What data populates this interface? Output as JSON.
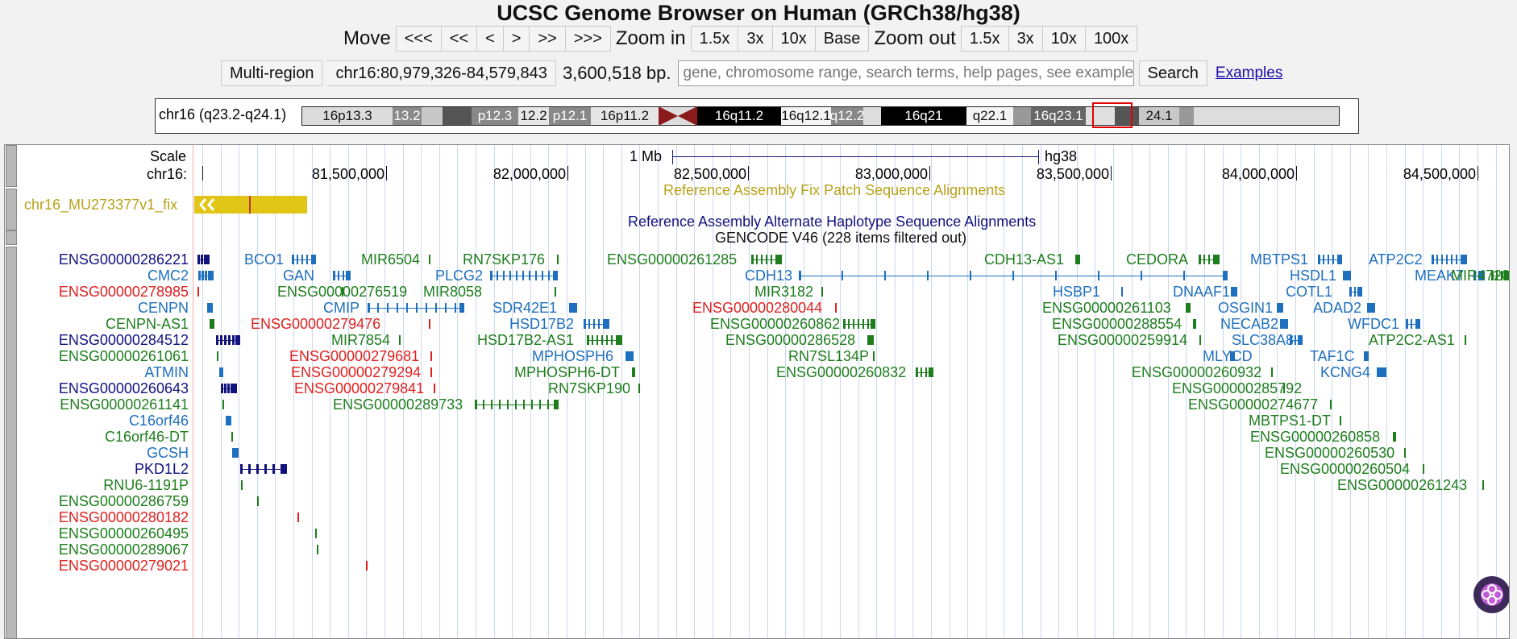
{
  "title": "UCSC Genome Browser on Human (GRCh38/hg38)",
  "nav": {
    "move_label": "Move",
    "move_buttons": [
      "<<<",
      "<<",
      "<",
      ">",
      ">>",
      ">>>"
    ],
    "zoom_in_label": "Zoom in",
    "zoom_in_buttons": [
      "1.5x",
      "3x",
      "10x",
      "Base"
    ],
    "zoom_out_label": "Zoom out",
    "zoom_out_buttons": [
      "1.5x",
      "3x",
      "10x",
      "100x"
    ]
  },
  "position_row": {
    "multi_region_label": "Multi-region",
    "position": "chr16:80,979,326-84,579,843",
    "span": "3,600,518 bp.",
    "search_placeholder": "gene, chromosome range, search terms, help pages, see examples",
    "search_button": "Search",
    "examples_link": "Examples"
  },
  "ideogram": {
    "label": "chr16 (q23.2-q24.1)",
    "bands": [
      "16p13.3",
      "13.2",
      "p12.3",
      "12.2",
      "p12.1",
      "16p11.2",
      "16q11.2",
      "16q12.1",
      "q12.2",
      "16q21",
      "q22.1",
      "16q23.1",
      "24.1"
    ]
  },
  "scale": {
    "label": "Scale",
    "chrom_label": "chr16:",
    "bar_label": "1 Mb",
    "assembly": "hg38",
    "ticks": [
      "81,500,000",
      "82,000,000",
      "82,500,000",
      "83,000,000",
      "83,500,000",
      "84,000,000",
      "84,500,000"
    ]
  },
  "tracks": {
    "fix_patch_title": "Reference Assembly Fix Patch Sequence Alignments",
    "fix_patch_item": "chr16_MU273377v1_fix",
    "alt_haplotype_title": "Reference Assembly Alternate Haplotype Sequence Alignments",
    "gencode_title": "GENCODE V46 (228 items filtered out)"
  },
  "colors": {
    "coding": "#1f6fbf",
    "noncoding": "#1e7e1e",
    "pseudogene": "#e02020",
    "known": "#12127f",
    "fix_patch": "#b8a21a"
  },
  "genes": [
    {
      "name": "ENSG00000286221",
      "color": "#12127f"
    },
    {
      "name": "CMC2",
      "color": "#1f6fbf"
    },
    {
      "name": "ENSG00000278985",
      "color": "#e02020"
    },
    {
      "name": "CENPN",
      "color": "#1f6fbf"
    },
    {
      "name": "CENPN-AS1",
      "color": "#1e7e1e"
    },
    {
      "name": "ENSG00000284512",
      "color": "#12127f"
    },
    {
      "name": "ENSG00000261061",
      "color": "#1e7e1e"
    },
    {
      "name": "ATMIN",
      "color": "#1f6fbf"
    },
    {
      "name": "ENSG00000260643",
      "color": "#12127f"
    },
    {
      "name": "ENSG00000261141",
      "color": "#1e7e1e"
    },
    {
      "name": "C16orf46",
      "color": "#1f6fbf"
    },
    {
      "name": "C16orf46-DT",
      "color": "#1e7e1e"
    },
    {
      "name": "GCSH",
      "color": "#1f6fbf"
    },
    {
      "name": "PKD1L2",
      "color": "#12127f"
    },
    {
      "name": "RNU6-1191P",
      "color": "#1e7e1e"
    },
    {
      "name": "ENSG00000286759",
      "color": "#1e7e1e"
    },
    {
      "name": "ENSG00000280182",
      "color": "#e02020"
    },
    {
      "name": "ENSG00000260495",
      "color": "#1e7e1e"
    },
    {
      "name": "ENSG00000289067",
      "color": "#1e7e1e"
    },
    {
      "name": "ENSG00000279021",
      "color": "#e02020"
    }
  ],
  "inline_genes": [
    {
      "name": "BCO1",
      "color": "#1f6fbf"
    },
    {
      "name": "MIR6504",
      "color": "#1e7e1e"
    },
    {
      "name": "RN7SKP176",
      "color": "#1e7e1e"
    },
    {
      "name": "ENSG00000261285",
      "color": "#1e7e1e"
    },
    {
      "name": "CDH13-AS1",
      "color": "#1e7e1e"
    },
    {
      "name": "CEDORA",
      "color": "#1e7e1e"
    },
    {
      "name": "MBTPS1",
      "color": "#1f6fbf"
    },
    {
      "name": "ATP2C2",
      "color": "#1f6fbf"
    },
    {
      "name": "GAN",
      "color": "#1f6fbf"
    },
    {
      "name": "PLCG2",
      "color": "#1f6fbf"
    },
    {
      "name": "CDH13",
      "color": "#1f6fbf"
    },
    {
      "name": "HSDL1",
      "color": "#1f6fbf"
    },
    {
      "name": "MEAK7",
      "color": "#1f6fbf"
    },
    {
      "name": "MIR4720",
      "color": "#1e7e1e"
    },
    {
      "name": "ENSG00000276519",
      "color": "#1e7e1e"
    },
    {
      "name": "MIR8058",
      "color": "#1e7e1e"
    },
    {
      "name": "MIR3182",
      "color": "#1e7e1e"
    },
    {
      "name": "HSBP1",
      "color": "#1f6fbf"
    },
    {
      "name": "DNAAF1",
      "color": "#1f6fbf"
    },
    {
      "name": "COTL1",
      "color": "#1f6fbf"
    },
    {
      "name": "CMIP",
      "color": "#1f6fbf"
    },
    {
      "name": "SDR42E1",
      "color": "#1f6fbf"
    },
    {
      "name": "ENSG00000280044",
      "color": "#e02020"
    },
    {
      "name": "ENSG00000261103",
      "color": "#1e7e1e"
    },
    {
      "name": "OSGIN1",
      "color": "#1f6fbf"
    },
    {
      "name": "ADAD2",
      "color": "#1f6fbf"
    },
    {
      "name": "ENSG00000279476",
      "color": "#e02020"
    },
    {
      "name": "HSD17B2",
      "color": "#1f6fbf"
    },
    {
      "name": "ENSG00000260862",
      "color": "#1e7e1e"
    },
    {
      "name": "ENSG00000288554",
      "color": "#1e7e1e"
    },
    {
      "name": "NECAB2",
      "color": "#1f6fbf"
    },
    {
      "name": "WFDC1",
      "color": "#1f6fbf"
    },
    {
      "name": "MIR7854",
      "color": "#1e7e1e"
    },
    {
      "name": "HSD17B2-AS1",
      "color": "#1e7e1e"
    },
    {
      "name": "ENSG00000286528",
      "color": "#1e7e1e"
    },
    {
      "name": "ENSG00000259914",
      "color": "#1e7e1e"
    },
    {
      "name": "SLC38A8",
      "color": "#1f6fbf"
    },
    {
      "name": "ATP2C2-AS1",
      "color": "#1e7e1e"
    },
    {
      "name": "ENSG00000279681",
      "color": "#e02020"
    },
    {
      "name": "MPHOSPH6",
      "color": "#1f6fbf"
    },
    {
      "name": "RN7SL134P",
      "color": "#1e7e1e"
    },
    {
      "name": "MLYCD",
      "color": "#1f6fbf"
    },
    {
      "name": "TAF1C",
      "color": "#1f6fbf"
    },
    {
      "name": "ENSG00000279294",
      "color": "#e02020"
    },
    {
      "name": "MPHOSPH6-DT",
      "color": "#1e7e1e"
    },
    {
      "name": "ENSG00000260832",
      "color": "#1e7e1e"
    },
    {
      "name": "ENSG00000260932",
      "color": "#1e7e1e"
    },
    {
      "name": "KCNG4",
      "color": "#1f6fbf"
    },
    {
      "name": "ENSG00000279841",
      "color": "#e02020"
    },
    {
      "name": "RN7SKP190",
      "color": "#1e7e1e"
    },
    {
      "name": "ENSG00000285792",
      "color": "#1e7e1e"
    },
    {
      "name": "ENSG00000289733",
      "color": "#1e7e1e"
    },
    {
      "name": "ENSG00000274677",
      "color": "#1e7e1e"
    },
    {
      "name": "MBTPS1-DT",
      "color": "#1e7e1e"
    },
    {
      "name": "ENSG00000260858",
      "color": "#1e7e1e"
    },
    {
      "name": "ENSG00000260530",
      "color": "#1e7e1e"
    },
    {
      "name": "ENSG00000260504",
      "color": "#1e7e1e"
    },
    {
      "name": "ENSG00000261243",
      "color": "#1e7e1e"
    }
  ]
}
